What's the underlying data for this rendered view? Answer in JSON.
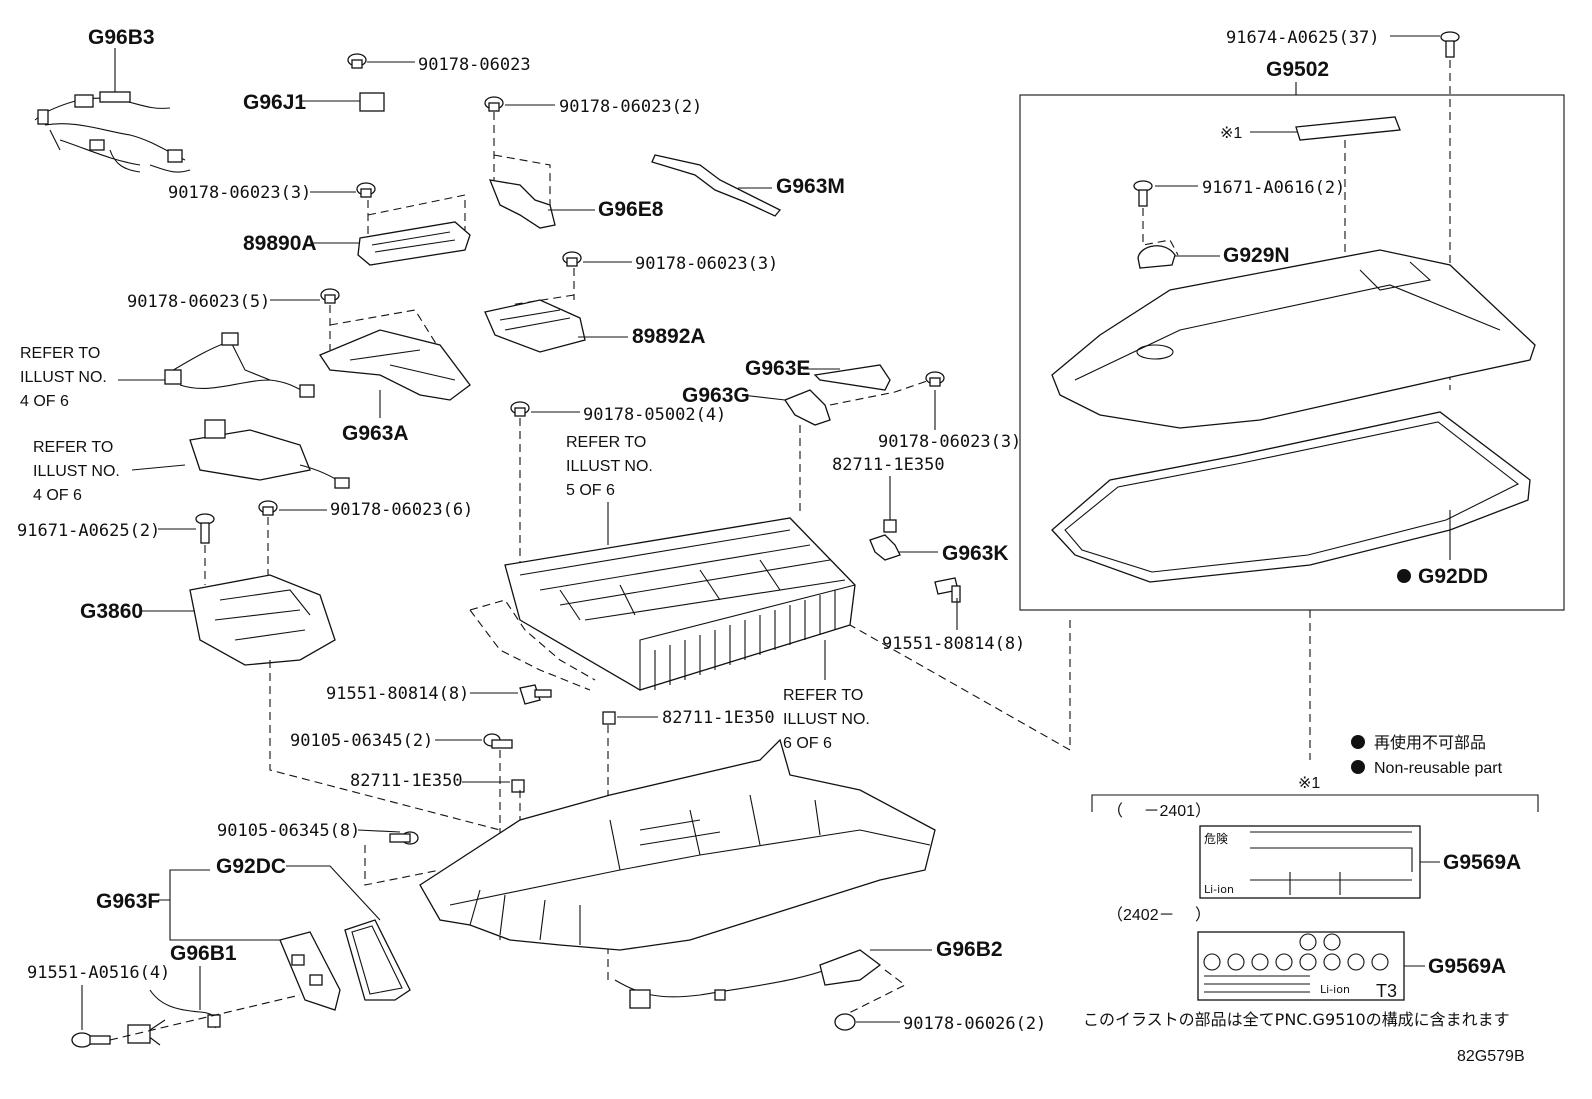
{
  "labels": {
    "g96b3": "G96B3",
    "g96j1": "G96J1",
    "p90178_06023_a": "90178-06023",
    "p90178_06023_2": "90178-06023(2)",
    "g963m": "G963M",
    "p90178_06023_3a": "90178-06023(3)",
    "g96e8": "G96E8",
    "p89890a": "89890A",
    "p90178_06023_3b": "90178-06023(3)",
    "p90178_06023_5": "90178-06023(5)",
    "p89892a": "89892A",
    "g963e": "G963E",
    "g963g": "G963G",
    "g963a": "G963A",
    "p90178_05002_4": "90178-05002(4)",
    "p90178_06023_3c": "90178-06023(3)",
    "p82711_1e350_a": "82711-1E350",
    "g963k": "G963K",
    "p91671_a0625_2": "91671-A0625(2)",
    "p90178_06023_6": "90178-06023(6)",
    "g3860": "G3860",
    "p91551_80814_8a": "91551-80814(8)",
    "p91551_80814_8b": "91551-80814(8)",
    "p82711_1e350_b": "82711-1E350",
    "p90105_06345_2": "90105-06345(2)",
    "p82711_1e350_c": "82711-1E350",
    "p90105_06345_8": "90105-06345(8)",
    "g92dc": "G92DC",
    "g963f": "G963F",
    "g96b1": "G96B1",
    "p91551_a0516_4": "91551-A0516(4)",
    "g96b2": "G96B2",
    "p90178_06026_2": "90178-06026(2)",
    "p91674_a0625_37": "91674-A0625(37)",
    "g9502": "G9502",
    "note_mark": "※1",
    "p91671_a0616_2": "91671-A0616(2)",
    "g929n": "G929N",
    "g92dd": "G92DD",
    "g9569a_1": "G9569A",
    "g9569a_2": "G9569A",
    "bottom_mark": "※1",
    "range_1": "（　 －2401）",
    "range_2": "（2402－　 ）",
    "diagram_id": "82G579B"
  },
  "refer_notes": {
    "n1": [
      "REFER TO",
      "ILLUST NO.",
      "4 OF 6"
    ],
    "n2": [
      "REFER TO",
      "ILLUST NO.",
      "4 OF 6"
    ],
    "n3": [
      "REFER TO",
      "ILLUST NO.",
      "5 OF 6"
    ],
    "n4": [
      "REFER TO",
      "ILLUST NO.",
      "6 OF 6"
    ]
  },
  "legend": {
    "jp": "再使用不可部品",
    "en": "Non-reusable part"
  },
  "label_text": {
    "danger_jp": "危険",
    "li_ion": "Li-ion",
    "t3": "T3"
  },
  "footer_jp": "このイラストの部品は全てPNC.G9510の構成に含まれます"
}
